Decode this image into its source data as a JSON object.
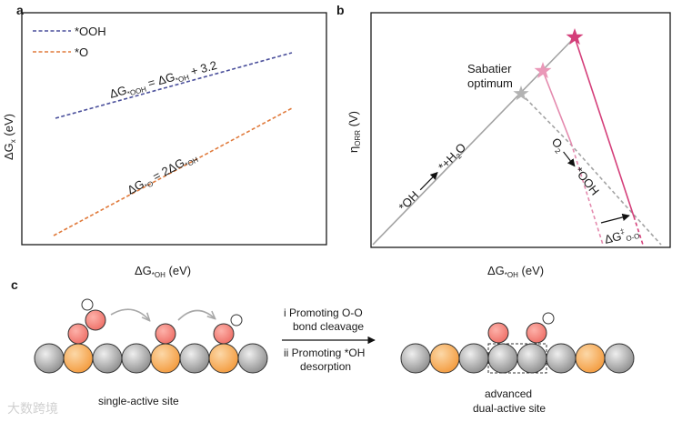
{
  "panel_a": {
    "letter": "a",
    "legend": [
      {
        "label": "*OOH",
        "color": "#4a4f9b"
      },
      {
        "label": "*O",
        "color": "#e07a3b"
      }
    ],
    "eq_ooh": {
      "lhs": "ΔG",
      "lhs_sub": "*OOH",
      "mid": " = ΔG",
      "mid_sub": "*OH",
      "rhs": " + 3.2"
    },
    "eq_o": {
      "lhs": "ΔG",
      "lhs_sub": "*O",
      "mid": " = 2ΔG",
      "mid_sub": "*OH"
    },
    "ylabel": {
      "main": "ΔG",
      "sub": "x",
      "unit": " (eV)"
    },
    "xlabel": {
      "main": "ΔG",
      "sub": "*OH",
      "unit": " (eV)"
    }
  },
  "panel_b": {
    "letter": "b",
    "ylabel": {
      "main": "η",
      "sub": "ORR",
      "unit": " (V)"
    },
    "xlabel": {
      "main": "ΔG",
      "sub": "*OH",
      "unit": " (eV)"
    },
    "sabatier_line1": "Sabatier",
    "sabatier_line2": "optimum",
    "arrow_left": {
      "from": "*OH",
      "to_prefix": "*",
      "to_mid": "+H",
      "to_sub": "2",
      "to_end": "O"
    },
    "arrow_right": {
      "from_main": "O",
      "from_sub": "2",
      "to": "*OOH"
    },
    "barrier": {
      "main": "ΔG",
      "sup": "‡",
      "sub": "O-O"
    },
    "colors": {
      "gray": "#a3a3a3",
      "light_pink": "#e48aae",
      "dark_pink": "#d43f7a"
    }
  },
  "panel_c": {
    "letter": "c",
    "step1": "i Promoting O-O",
    "step1b": "bond cleavage",
    "step2": "ii Promoting *OH",
    "step2b": "desorption",
    "left_caption": "single-active site",
    "right_caption_1": "advanced",
    "right_caption_2": "dual-active site",
    "colors": {
      "gray_atom": "#a8a8a8",
      "orange_atom": "#f5a14a",
      "red_atom": "#f07a72"
    }
  },
  "watermark": "大数跨境"
}
